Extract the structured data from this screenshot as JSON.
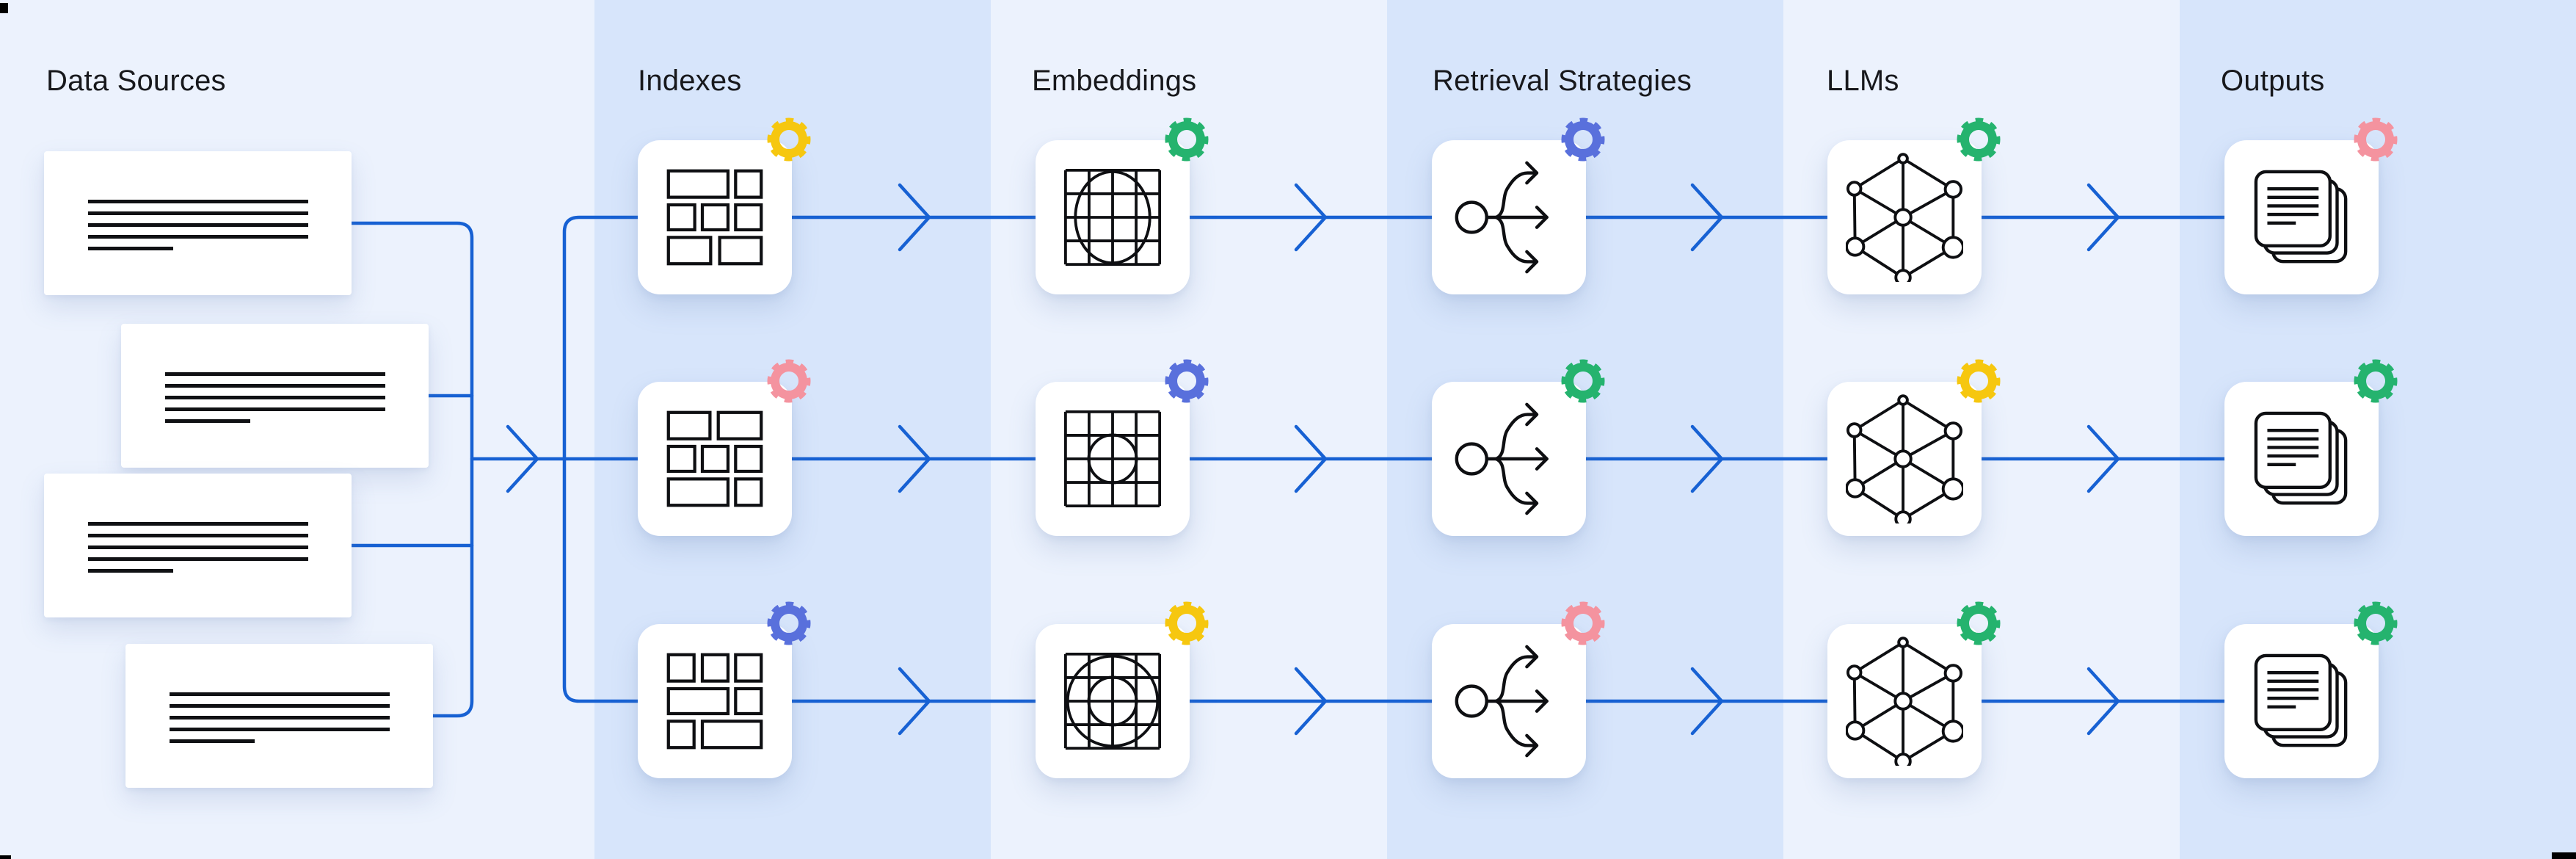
{
  "page": {
    "background_color": "#ECF2FD",
    "band_color": "#D7E5FB",
    "connector_color": "#1761D3",
    "icon_stroke_color": "#0E0F12",
    "title_color": "#17181C"
  },
  "gear_colors": {
    "yellow": "#F6C70F",
    "pink": "#F4939F",
    "green": "#25B36E",
    "blue": "#5970DC"
  },
  "pipeline": {
    "columns": [
      {
        "id": "data-sources",
        "label": "Data Sources"
      },
      {
        "id": "indexes",
        "label": "Indexes",
        "cards": [
          {
            "icon": "masonry-grid-icon",
            "variant": 1,
            "gear": "yellow"
          },
          {
            "icon": "masonry-grid-icon",
            "variant": 2,
            "gear": "pink"
          },
          {
            "icon": "masonry-grid-icon",
            "variant": 3,
            "gear": "blue"
          }
        ]
      },
      {
        "id": "embeddings",
        "label": "Embeddings",
        "cards": [
          {
            "icon": "grid-ellipse-icon",
            "variant": 1,
            "gear": "green"
          },
          {
            "icon": "grid-circle-icon",
            "variant": 2,
            "gear": "blue"
          },
          {
            "icon": "grid-concentric-circles-icon",
            "variant": 3,
            "gear": "yellow"
          }
        ]
      },
      {
        "id": "retrieval-strategies",
        "label": "Retrieval Strategies",
        "cards": [
          {
            "icon": "branch-arrows-icon",
            "variant": 1,
            "gear": "blue"
          },
          {
            "icon": "branch-arrows-icon",
            "variant": 1,
            "gear": "green"
          },
          {
            "icon": "branch-arrows-icon",
            "variant": 1,
            "gear": "pink"
          }
        ]
      },
      {
        "id": "llms",
        "label": "LLMs",
        "cards": [
          {
            "icon": "network-graph-icon",
            "variant": 1,
            "gear": "green"
          },
          {
            "icon": "network-graph-icon",
            "variant": 1,
            "gear": "yellow"
          },
          {
            "icon": "network-graph-icon",
            "variant": 1,
            "gear": "green"
          }
        ]
      },
      {
        "id": "outputs",
        "label": "Outputs",
        "cards": [
          {
            "icon": "document-stack-icon",
            "variant": 1,
            "gear": "pink"
          },
          {
            "icon": "document-stack-icon",
            "variant": 1,
            "gear": "green"
          },
          {
            "icon": "document-stack-icon",
            "variant": 1,
            "gear": "green"
          }
        ]
      }
    ],
    "source_cards": [
      {
        "text_lines_full": 4,
        "text_lines_short": 1
      },
      {
        "text_lines_full": 4,
        "text_lines_short": 1
      },
      {
        "text_lines_full": 4,
        "text_lines_short": 1
      },
      {
        "text_lines_full": 4,
        "text_lines_short": 1
      }
    ]
  }
}
